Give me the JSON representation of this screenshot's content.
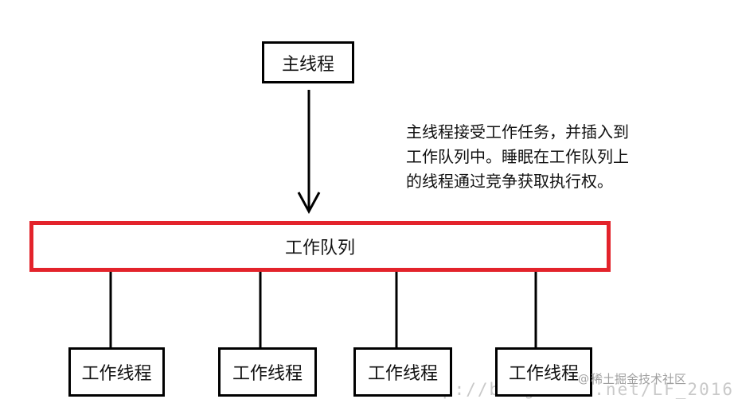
{
  "diagram": {
    "main_thread": "主线程",
    "work_queue": "工作队列",
    "workers": [
      "工作线程",
      "工作线程",
      "工作线程",
      "工作线程"
    ],
    "note_lines": [
      "主线程接受工作任务，并插入到",
      "工作队列中。睡眠在工作队列上",
      "的线程通过竞争获取执行权。"
    ],
    "queue_border_color": "#e3232b",
    "box_border_color": "#000000"
  },
  "watermarks": {
    "blog": "http://blog.csdn.net/LF_2016",
    "juejin": "稀土掘金技术社区",
    "juejin_symbol": "@"
  }
}
